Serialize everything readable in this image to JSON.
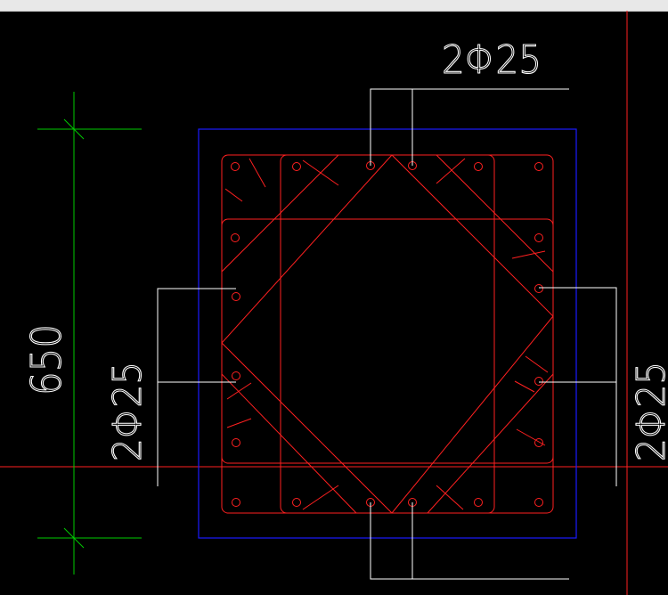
{
  "drawing": {
    "top_rebar_label": "2Φ25",
    "bottom_rebar_label": "",
    "left_rebar_label": "2Φ25",
    "right_rebar_label": "2Φ25",
    "dimension_value": "650"
  },
  "colors": {
    "background": "#000000",
    "rebar": "#ff2020",
    "outline": "#1a1aff",
    "dimension": "#00cc00",
    "leader": "#ffffff",
    "axis": "#ff2020",
    "toolbar": "#e8e8e8"
  },
  "icons": {
    "rebar_bar": "circle-outline",
    "dimension_tick": "slash-tick"
  }
}
